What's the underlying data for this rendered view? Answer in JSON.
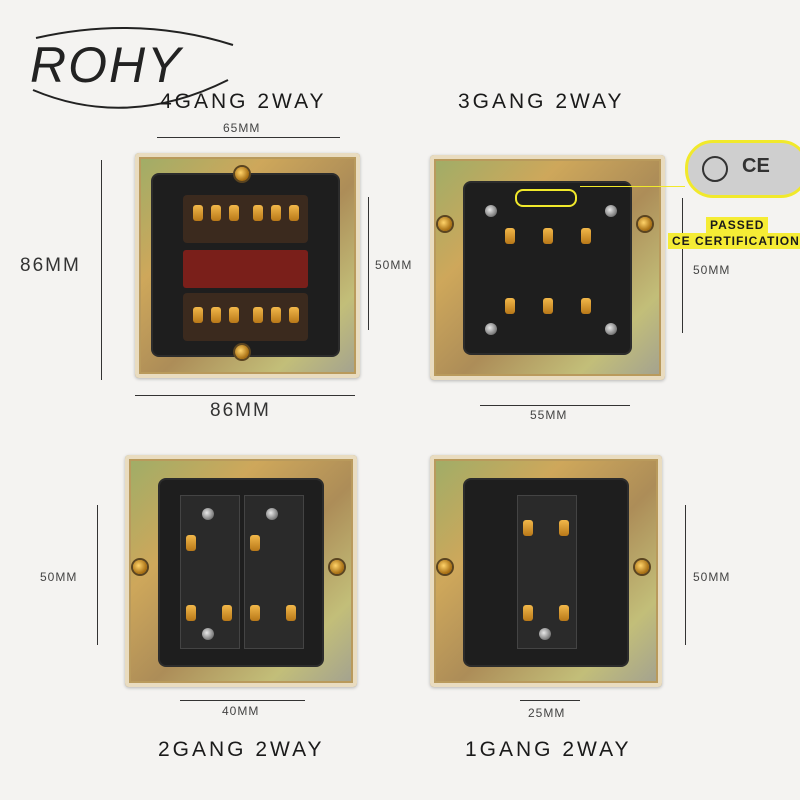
{
  "brand": {
    "logo": "ROHY"
  },
  "captions": {
    "four_gang": "4GANG 2WAY",
    "three_gang": "3GANG 2WAY",
    "two_gang": "2GANG 2WAY",
    "one_gang": "1GANG 2WAY"
  },
  "dimensions": {
    "four_gang_top": "65MM",
    "four_gang_left": "86MM",
    "four_gang_bottom": "86MM",
    "four_gang_right": "50MM",
    "three_gang_right": "50MM",
    "three_gang_bottom": "55MM",
    "two_gang_left": "50MM",
    "two_gang_bottom": "40MM",
    "one_gang_right": "50MM",
    "one_gang_bottom": "25MM"
  },
  "certification": {
    "line1": "PASSED",
    "line2": "CE CERTIFICATION",
    "mark": "CE"
  },
  "colors": {
    "highlight": "#f5ec35",
    "module": "#1e1e1e",
    "terminal": "#e6a23a"
  }
}
